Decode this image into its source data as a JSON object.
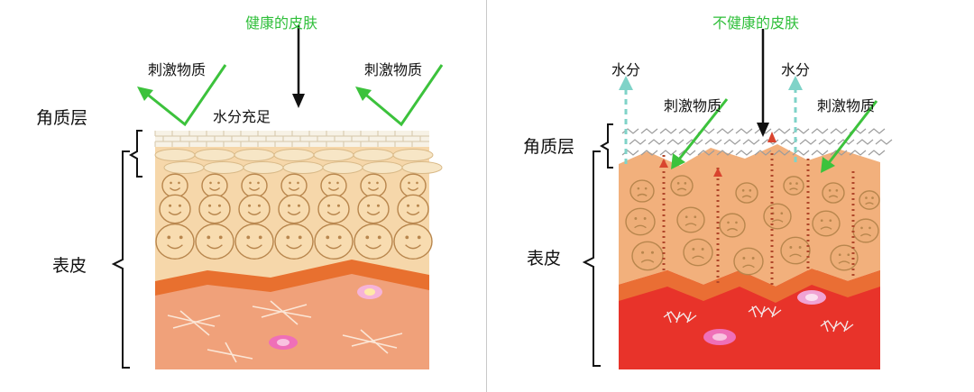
{
  "left": {
    "title": "健康的皮肤",
    "irritant_left": "刺激物质",
    "irritant_right": "刺激物质",
    "moisture": "水分充足",
    "stratum_corneum": "角质层",
    "epidermis": "表皮"
  },
  "right": {
    "title": "不健康的皮肤",
    "water_left": "水分",
    "water_right": "水分",
    "irritant_left": "刺激物质",
    "irritant_right": "刺激物质",
    "stratum_corneum": "角质层",
    "epidermis": "表皮"
  },
  "colors": {
    "title_green": "#2fbf3a",
    "arrow_green": "#3cc23c",
    "arrow_cyan": "#7fd3c8",
    "cell_fill": "#f8dcb0",
    "cell_line": "#b8864d",
    "dermis_healthy": "#f0a17a",
    "dermis_unhealthy": "#e8332a",
    "junction_orange": "#e8702f"
  }
}
